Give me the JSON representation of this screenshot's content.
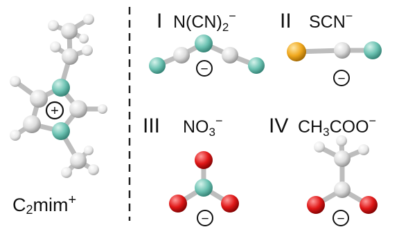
{
  "cation": {
    "label_main": "C",
    "label_sub": "2",
    "label_rest": "mim",
    "label_sup": "+",
    "charge_symbol": "+"
  },
  "anions": [
    {
      "numeral": "I",
      "formula_main": "N(CN)",
      "formula_sub": "2",
      "formula_sup": "−",
      "charge_symbol": "−"
    },
    {
      "numeral": "II",
      "formula_main": "SCN",
      "formula_sub": "",
      "formula_sup": "−",
      "charge_symbol": "−"
    },
    {
      "numeral": "III",
      "formula_main": "NO",
      "formula_sub": "3",
      "formula_sup": "−",
      "charge_symbol": "−"
    },
    {
      "numeral": "IV",
      "formula_main": "CH",
      "formula_sub": "3",
      "formula_rest": "COO",
      "formula_sup": "−",
      "charge_symbol": "−"
    }
  ],
  "colors": {
    "carbon": "#e4e4e4",
    "nitrogen": "#6cc2b2",
    "hydrogen": "#f2f2f2",
    "sulfur": "#f0a81e",
    "oxygen": "#e01818",
    "bond": "#cfcfcf",
    "divider": "#222222"
  }
}
